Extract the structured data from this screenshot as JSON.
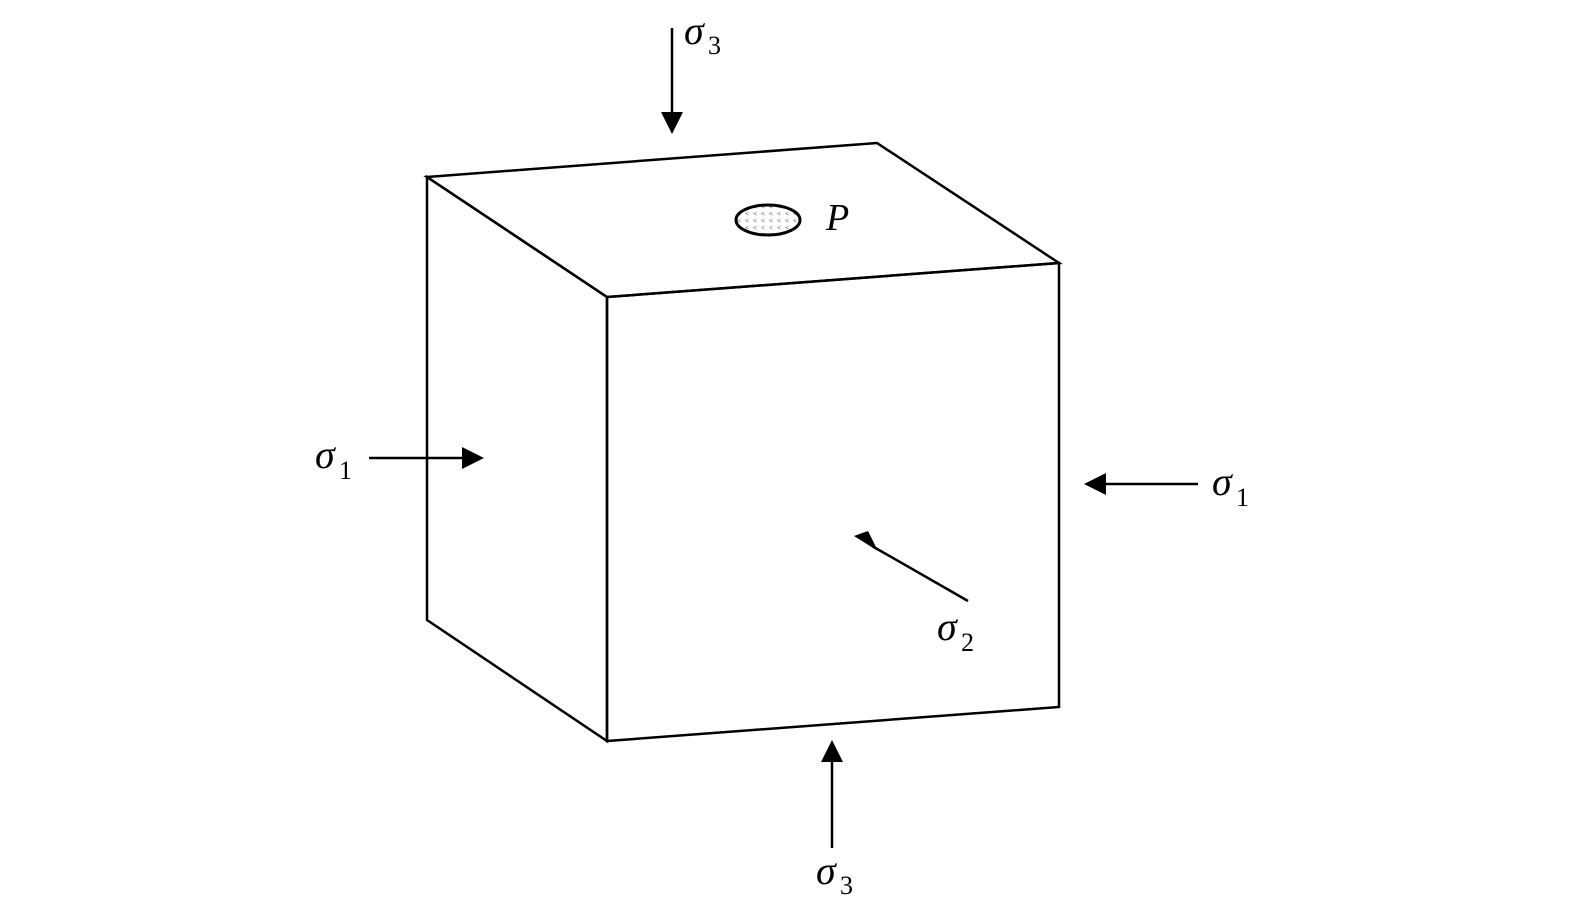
{
  "labels": {
    "sigma3_top": {
      "symbol": "σ",
      "sub": "3"
    },
    "sigma3_bottom": {
      "symbol": "σ",
      "sub": "3"
    },
    "sigma1_left": {
      "symbol": "σ",
      "sub": "1"
    },
    "sigma1_right": {
      "symbol": "σ",
      "sub": "1"
    },
    "sigma2": {
      "symbol": "σ",
      "sub": "2"
    },
    "point": "P"
  }
}
